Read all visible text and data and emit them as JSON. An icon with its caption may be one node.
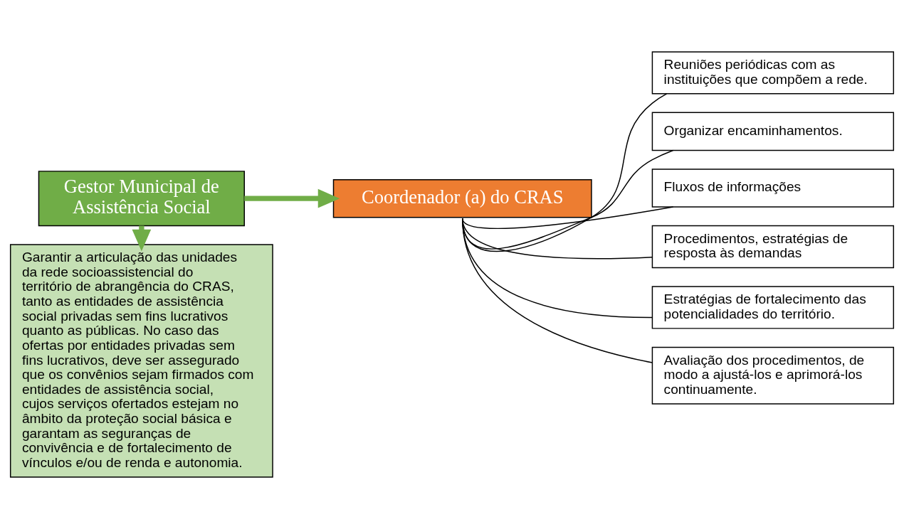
{
  "diagram": {
    "nodes": [
      {
        "text": [
          "Gestor Municipal de Assistência Social"
        ]
      },
      {
        "text": [
          "Coordenador (a) do CRAS"
        ]
      },
      {
        "text": [
          "Garantir a articulação das unidades da rede socioassistencial do território de abrangência do CRAS, tanto as entidades de assistência social privadas sem fins lucrativos quanto as públicas. No caso das ofertas por entidades privadas sem fins lucrativos, deve ser assegurado que os convênios sejam firmados com entidades de assistência social, cujos serviços ofertados estejam no âmbito da proteção social básica e garantam as seguranças de convivência e de fortalecimento de vínculos e/ou de renda e autonomia."
        ]
      },
      {
        "text": [
          "Reuniões periódicas com as instituições que compõem a rede."
        ]
      },
      {
        "text": [
          "Organizar encaminhamentos."
        ]
      },
      {
        "text": [
          "Fluxos de informações"
        ]
      },
      {
        "text": [
          "Procedimentos, estratégias de resposta às demandas"
        ]
      },
      {
        "text": [
          "Estratégias de fortalecimento das potencialidades do território."
        ]
      },
      {
        "text": [
          "Avaliação dos procedimentos, de modo a ajustá-los e aprimorá-los continuamente."
        ]
      }
    ],
    "edges": [
      {
        "from": 0,
        "to": 1,
        "arrow": "to",
        "style": "thick",
        "color": "#70ad47"
      },
      {
        "from": 0,
        "to": 2,
        "arrow": "to",
        "style": "thick",
        "color": "#70ad47"
      },
      {
        "from": 1,
        "to": 3,
        "arrow": "none"
      },
      {
        "from": 1,
        "to": 4,
        "arrow": "none"
      },
      {
        "from": 1,
        "to": 5,
        "arrow": "none"
      },
      {
        "from": 1,
        "to": 6,
        "arrow": "none"
      },
      {
        "from": 1,
        "to": 7,
        "arrow": "none"
      },
      {
        "from": 1,
        "to": 8,
        "arrow": "none"
      }
    ]
  }
}
